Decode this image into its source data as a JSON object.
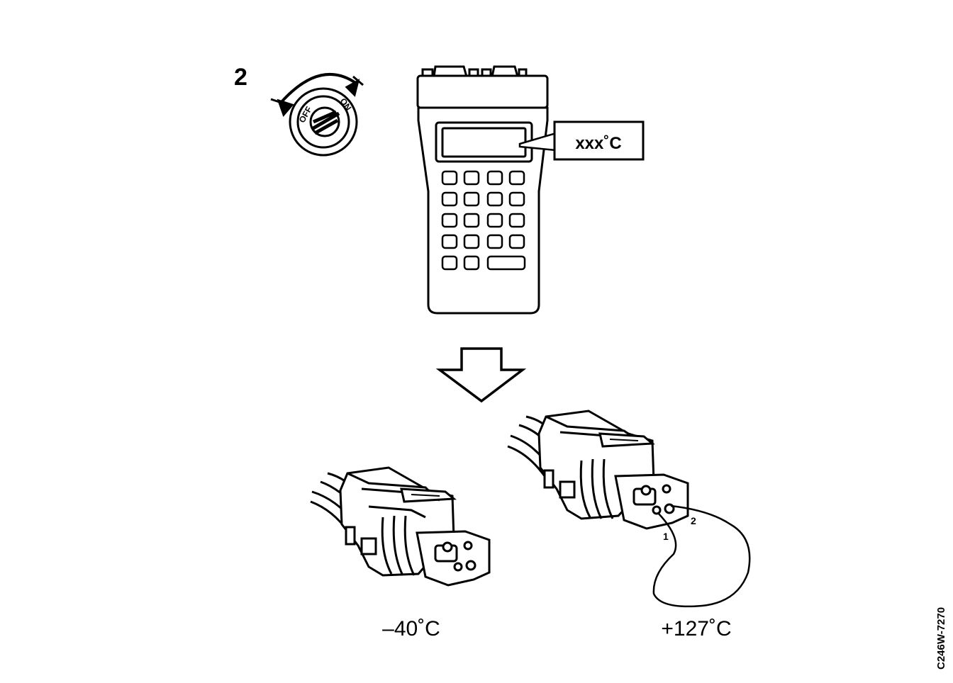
{
  "step": {
    "number": "2"
  },
  "ignition_switch": {
    "label_off": "OFF",
    "label_on": "ON"
  },
  "scan_tool": {
    "callout_text": "xxx˚C"
  },
  "connectors": {
    "open_connector": {
      "temperature_label": "–40˚C"
    },
    "jumpered_connector": {
      "temperature_label": "+127˚C",
      "terminal_1": "1",
      "terminal_2": "2"
    }
  },
  "figure_code": "C246W-7270"
}
